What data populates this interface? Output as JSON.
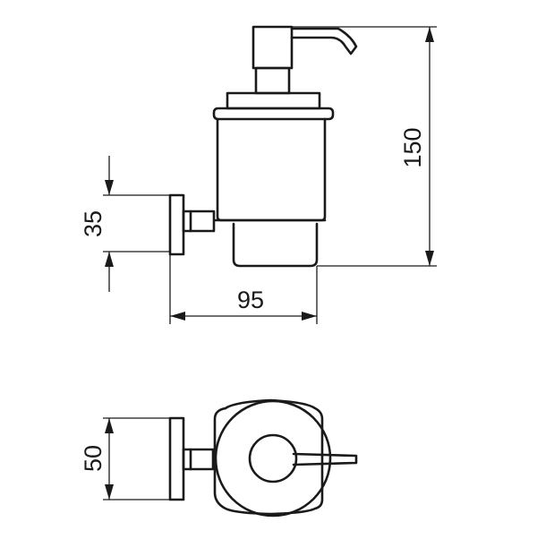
{
  "dimensions": {
    "height_total": "150",
    "width_total": "95",
    "mount_height": "35",
    "plate_diameter": "50"
  }
}
